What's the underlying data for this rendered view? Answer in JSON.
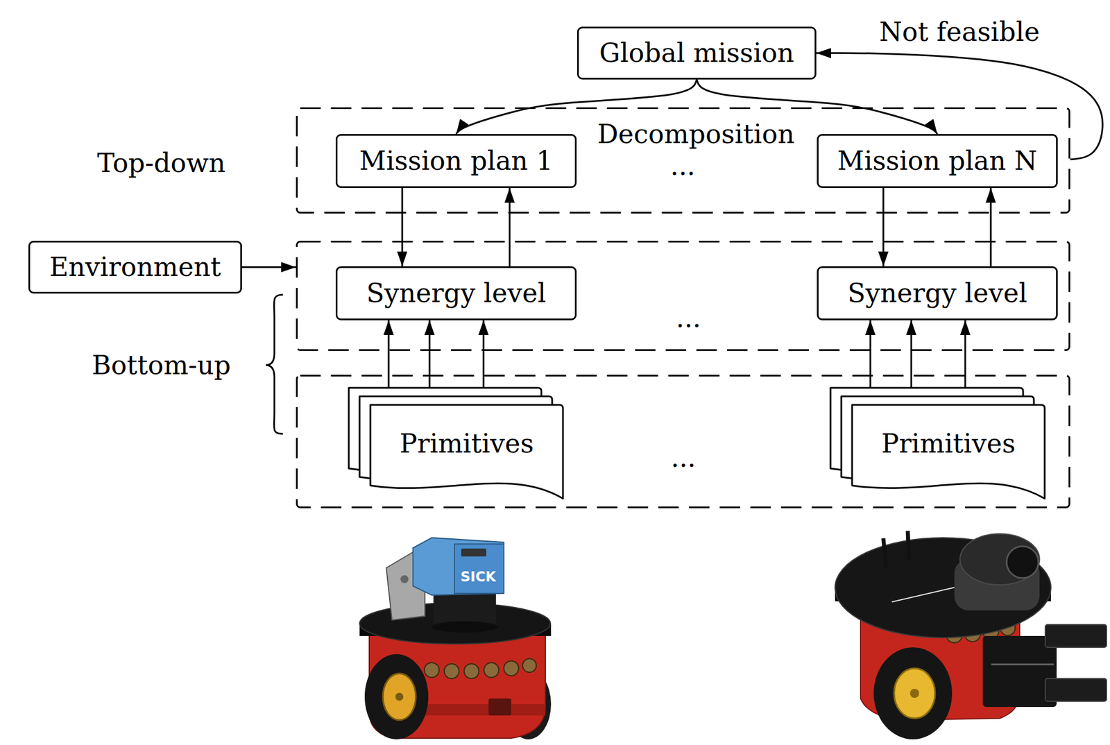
{
  "diagram": {
    "nodes": [
      {
        "text": [
          "Global mission"
        ]
      },
      {
        "text": [
          "Decomposition",
          "..."
        ]
      },
      {
        "text": [
          "Mission plan 1"
        ],
        "in": 1
      },
      {
        "text": [
          "Mission plan N"
        ],
        "in": 1
      },
      {
        "text": [
          "Environment"
        ]
      },
      {
        "text": [
          "..."
        ]
      },
      {
        "text": [
          "Synergy level"
        ],
        "in": 5
      },
      {
        "text": [
          "Synergy level"
        ],
        "in": 5
      },
      {
        "text": [
          "..."
        ]
      },
      {
        "text": [
          "Primitives"
        ],
        "in": 8
      },
      {
        "text": [
          "Primitives"
        ],
        "in": 8
      }
    ],
    "edges": [
      {
        "from": 0,
        "to": 2,
        "arrow": "to"
      },
      {
        "from": 0,
        "to": 3,
        "arrow": "to"
      },
      {
        "from": 1,
        "to": 0,
        "arrow": "to",
        "label": "Not feasible"
      },
      {
        "from": 2,
        "to": 6,
        "arrow": "to"
      },
      {
        "from": 6,
        "to": 2,
        "arrow": "to"
      },
      {
        "from": 3,
        "to": 7,
        "arrow": "to"
      },
      {
        "from": 7,
        "to": 3,
        "arrow": "to"
      },
      {
        "from": 4,
        "to": 5,
        "arrow": "to"
      },
      {
        "from": 9,
        "to": 6,
        "arrow": "to"
      },
      {
        "from": 9,
        "to": 6,
        "arrow": "to"
      },
      {
        "from": 9,
        "to": 6,
        "arrow": "to"
      },
      {
        "from": 10,
        "to": 7,
        "arrow": "to"
      },
      {
        "from": 10,
        "to": 7,
        "arrow": "to"
      },
      {
        "from": 10,
        "to": 7,
        "arrow": "to"
      }
    ],
    "labels": [
      "Top-down",
      "Bottom-up",
      "SICK"
    ]
  }
}
